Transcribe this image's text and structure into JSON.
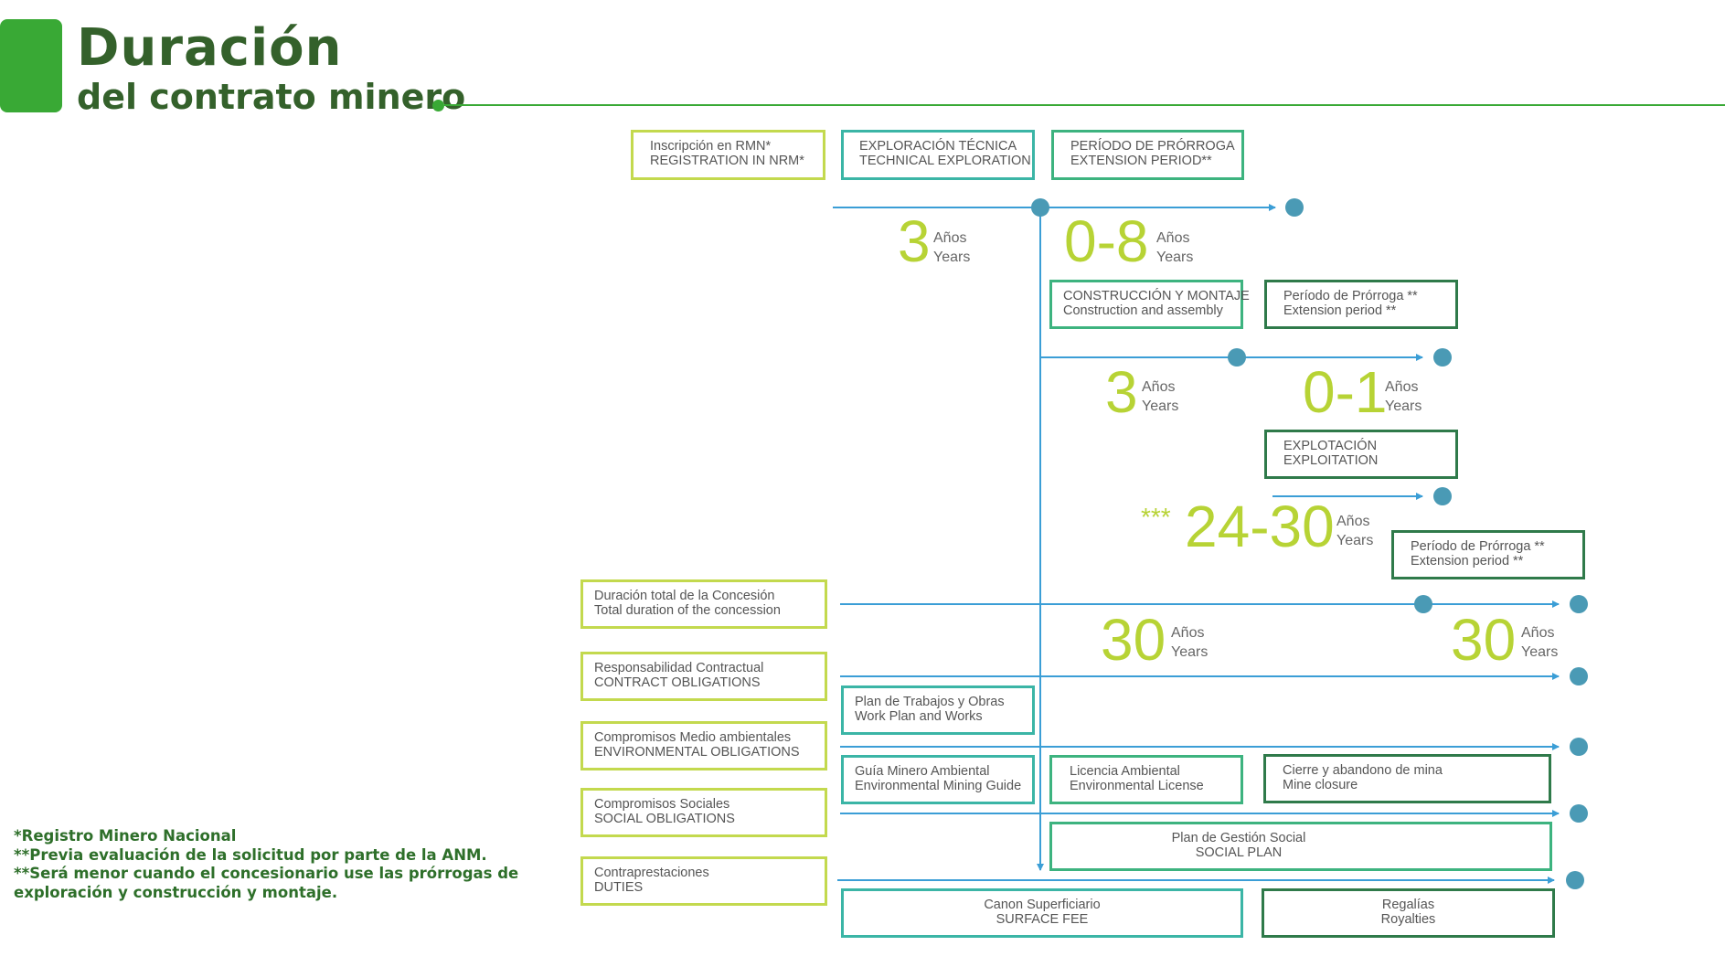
{
  "header": {
    "title": "Duración",
    "subtitle": "del contrato minero"
  },
  "stages": {
    "registration": [
      "Inscripción en RMN*",
      "REGISTRATION IN NRM*"
    ],
    "technical_exploration": [
      "EXPLORACIÓN TÉCNICA",
      "TECHNICAL EXPLORATION"
    ],
    "extension_period_1": [
      "PERÍODO DE PRÓRROGA",
      "EXTENSION PERIOD**"
    ],
    "construction": [
      "CONSTRUCCIÓN Y MONTAJE",
      "Construction and assembly"
    ],
    "extension_period_2": [
      "Período de Prórroga **",
      "Extension period **"
    ],
    "exploitation": [
      "EXPLOTACIÓN",
      "EXPLOITATION"
    ],
    "extension_period_3": [
      "Período de Prórroga **",
      "Extension period **"
    ]
  },
  "durations": {
    "exploration": {
      "value": "3",
      "unit_es": "Años",
      "unit_en": "Years"
    },
    "exploration_extension": {
      "value": "0-8",
      "unit_es": "Años",
      "unit_en": "Years"
    },
    "construction": {
      "value": "3",
      "unit_es": "Años",
      "unit_en": "Years"
    },
    "construction_extension": {
      "value": "0-1",
      "unit_es": "Años",
      "unit_en": "Years"
    },
    "exploitation": {
      "prefix": "***",
      "value": "24-30",
      "unit_es": "Años",
      "unit_en": "Years"
    },
    "total": {
      "value": "30",
      "unit_es": "Años",
      "unit_en": "Years"
    },
    "total_extension": {
      "value": "30",
      "unit_es": "Años",
      "unit_en": "Years"
    }
  },
  "rows": {
    "total_duration": [
      "Duración total de la Concesión",
      "Total duration of the concession"
    ],
    "contract_obligations": [
      "Responsabilidad Contractual",
      "CONTRACT OBLIGATIONS"
    ],
    "environmental_obligations": [
      "Compromisos Medio ambientales",
      "ENVIRONMENTAL OBLIGATIONS"
    ],
    "social_obligations": [
      "Compromisos Sociales",
      "SOCIAL OBLIGATIONS"
    ],
    "duties": [
      "Contraprestaciones",
      "DUTIES"
    ]
  },
  "obligations": {
    "work_plan": [
      "Plan de Trabajos y Obras",
      "Work Plan and Works"
    ],
    "env_mining_guide": [
      "Guía Minero Ambiental",
      "Environmental Mining Guide"
    ],
    "env_license": [
      "Licencia Ambiental",
      "Environmental License"
    ],
    "mine_closure": [
      "Cierre y abandono de mina",
      "Mine closure"
    ],
    "social_plan": [
      "Plan de Gestión Social",
      "SOCIAL PLAN"
    ],
    "surface_fee": [
      "Canon Superficiario",
      "SURFACE FEE"
    ],
    "royalties": [
      "Regalías",
      "Royalties"
    ]
  },
  "footnotes": [
    "*Registro Minero Nacional",
    "**Previa evaluación de la solicitud por parte de la ANM.",
    "**Será menor cuando el concesionario use las prórrogas de",
    "exploración y construcción y montaje."
  ],
  "colors": {
    "brand_green": "#39a935",
    "title_green": "#34612b",
    "lime": "#c3d94e",
    "number_lime": "#b7d335",
    "line_blue": "#3b9ed6",
    "dot_teal": "#4a9ab5"
  }
}
